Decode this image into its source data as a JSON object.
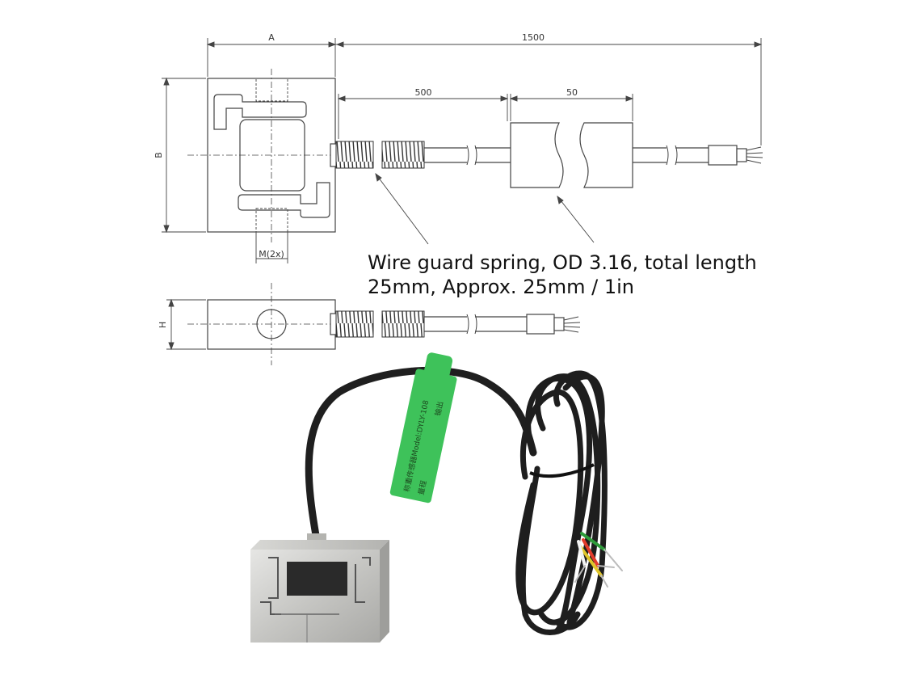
{
  "dimensions": {
    "width_label": "A",
    "height_label": "B",
    "thread_label": "M(2x)",
    "thickness_label": "H",
    "total_cable_length": "1500",
    "spring_section_length": "500",
    "break_section_length": "50"
  },
  "annotation": {
    "line1": "Wire guard spring, OD 3.16, total length",
    "line2": "25mm, Approx. 25mm / 1in"
  },
  "product_label": {
    "model_text": "称重传感器Model:DYLY-108",
    "output_text": "输出",
    "range_text": "量程"
  },
  "colors": {
    "line": "#444444",
    "label_green": "#3ec25a",
    "cable": "#1f1f1f",
    "steel": "#c9c9c7"
  }
}
